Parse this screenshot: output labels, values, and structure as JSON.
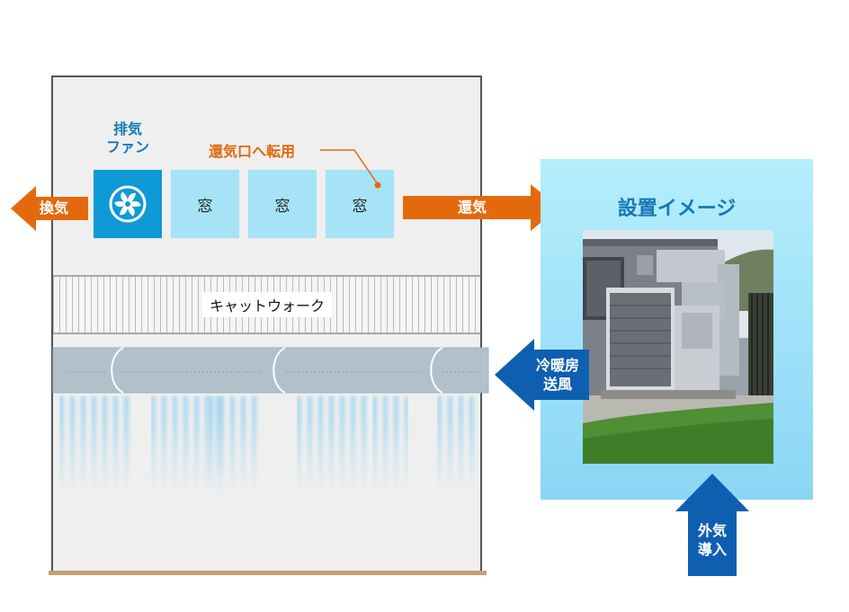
{
  "building": {
    "exhaust_fan_label": [
      "排気",
      "ファン"
    ],
    "window_label": "窓",
    "window_count": 3,
    "convert_label": "還気口へ転用",
    "catwalk_label": "キャットウォーク"
  },
  "arrows": {
    "exhaust": "換気",
    "return_air": "還気",
    "supply_air": [
      "冷暖房",
      "送風"
    ],
    "outside_air": [
      "外気",
      "導入"
    ]
  },
  "install": {
    "title": "設置イメージ"
  },
  "colors": {
    "orange_arrow": "#e36a0c",
    "blue_arrow": "#0f5fb0",
    "fan_blue": "#0e9ad6",
    "window_cyan": "#a6e3f6",
    "title_blue": "#1677b8",
    "duct_gray": "#b2c0cc"
  },
  "icons": [
    "fan-icon"
  ]
}
